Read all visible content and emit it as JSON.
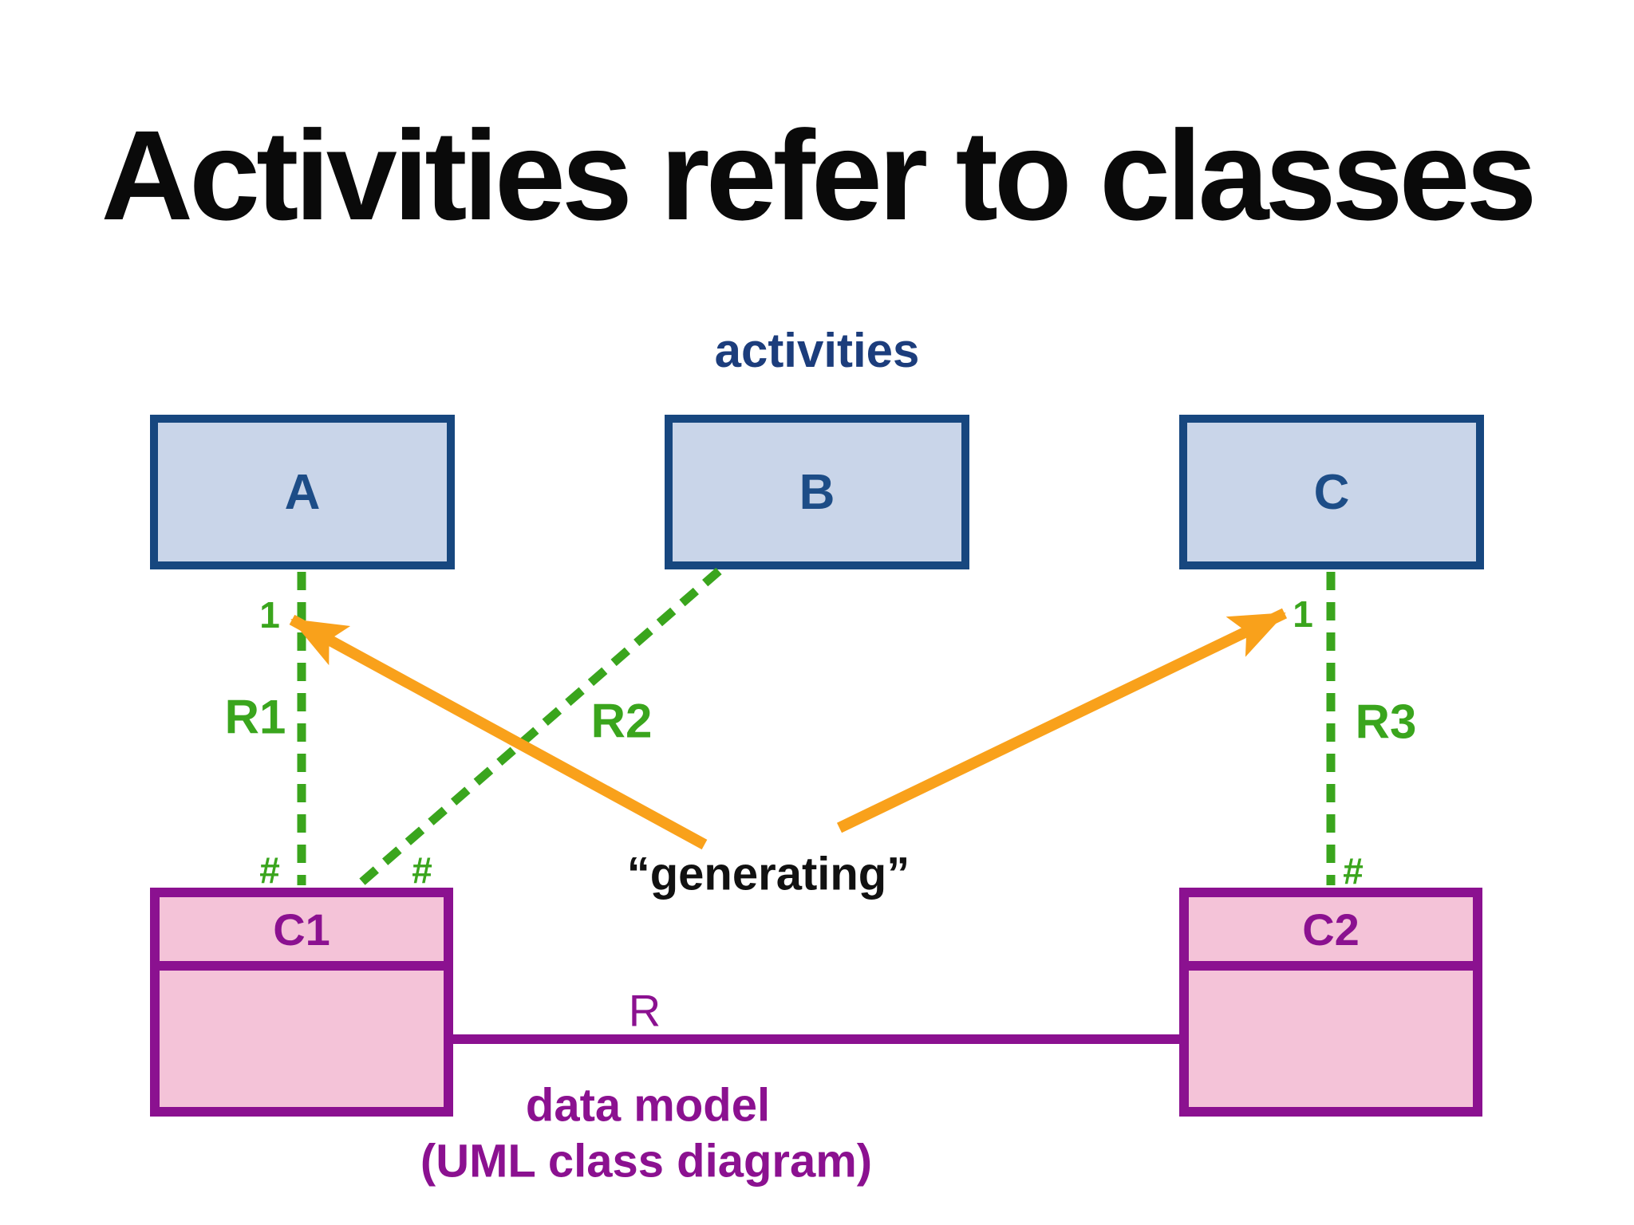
{
  "title": "Activities refer to classes",
  "activities_caption": "activities",
  "activity_boxes": [
    {
      "label": "A"
    },
    {
      "label": "B"
    },
    {
      "label": "C"
    }
  ],
  "relations": [
    {
      "name": "R1",
      "top_card": "1",
      "bottom_card": "#"
    },
    {
      "name": "R2",
      "bottom_card": "#"
    },
    {
      "name": "R3",
      "top_card": "1",
      "bottom_card": "#"
    }
  ],
  "generating": "“generating”",
  "class_boxes": [
    {
      "name": "C1"
    },
    {
      "name": "C2"
    }
  ],
  "association_label": "R",
  "caption": {
    "line1": "data model",
    "line2": "(UML class diagram)"
  },
  "colors": {
    "title_text": "#0a0a0a",
    "activities_text": "#1c3d7c",
    "activity_fill": "#c9d5e9",
    "activity_border": "#17477f",
    "activity_text": "#1d4d87",
    "green": "#3aa51d",
    "orange": "#f9a11b",
    "purple": "#8b1190",
    "class_fill": "#f4c3d8",
    "generating_text": "#111111"
  }
}
